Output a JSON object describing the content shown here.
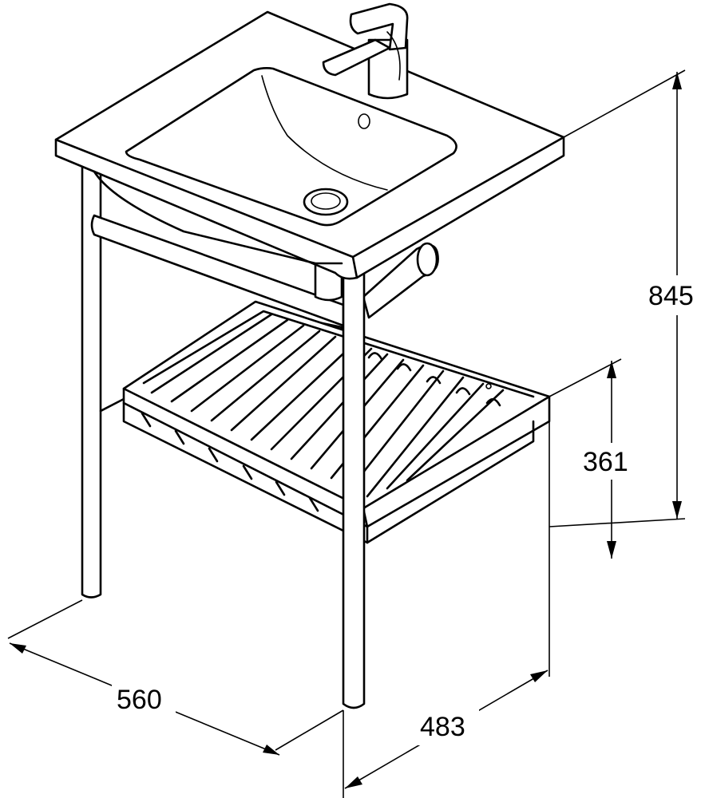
{
  "dimensions": {
    "height": "845",
    "shelf_height": "361",
    "width": "560",
    "depth": "483"
  },
  "colors": {
    "line": "#000000",
    "background": "#ffffff"
  }
}
